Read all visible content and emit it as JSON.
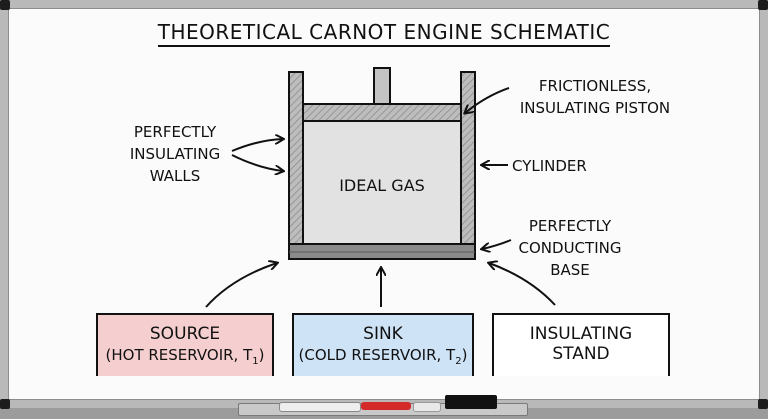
{
  "title": "THEORETICAL CARNOT ENGINE SCHEMATIC",
  "labels": {
    "walls": [
      "PERFECTLY",
      "INSULATING",
      "WALLS"
    ],
    "piston": [
      "FRICTIONLESS,",
      "INSULATING PISTON"
    ],
    "cylinder": "CYLINDER",
    "base": [
      "PERFECTLY",
      "CONDUCTING",
      "BASE"
    ],
    "gas": "IDEAL GAS"
  },
  "boxes": {
    "source": {
      "title": "SOURCE",
      "subtitle": "(HOT RESERVOIR, T",
      "sub": "1",
      "close": ")",
      "fill": "#f5cfcf"
    },
    "sink": {
      "title": "SINK",
      "subtitle": "(COLD RESERVOIR, T",
      "sub": "2",
      "close": ")",
      "fill": "#cfe3f7"
    },
    "stand": {
      "title": "INSULATING",
      "subtitle": "STAND",
      "fill": "#ffffff"
    }
  },
  "colors": {
    "ink": "#111111",
    "wall_fill": "#c4c4c4",
    "gas_fill": "#e2e2e2",
    "base_fill": "#8a8a8a"
  }
}
